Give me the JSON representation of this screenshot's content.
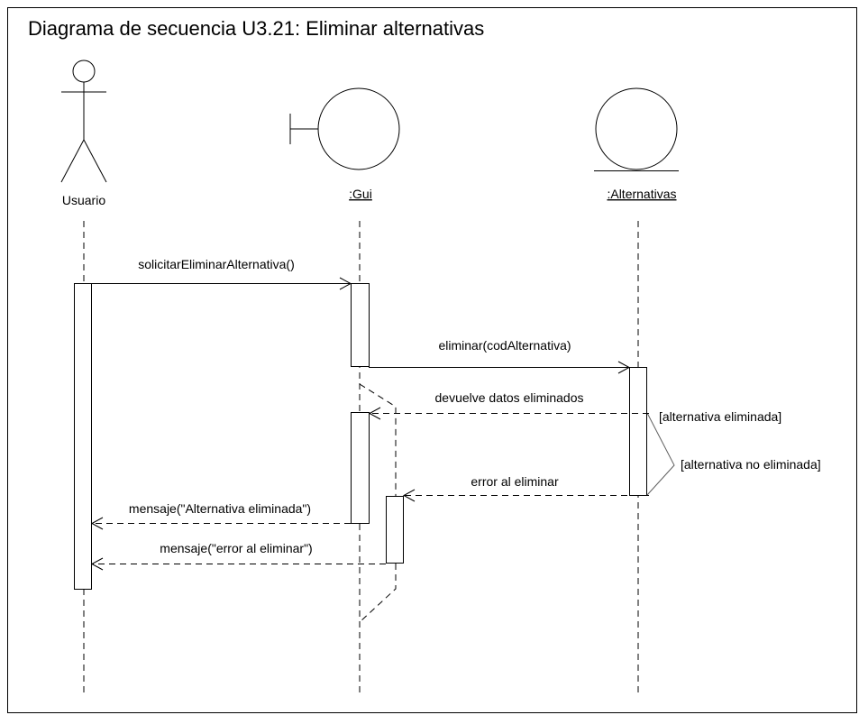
{
  "title": "Diagrama de secuencia U3.21: Eliminar alternativas",
  "participants": {
    "actor": {
      "name": "Usuario",
      "kind": "actor"
    },
    "gui": {
      "name": ":Gui",
      "kind": "boundary"
    },
    "entity": {
      "name": ":Alternativas",
      "kind": "entity"
    }
  },
  "messages": {
    "m1": {
      "label": "solicitarEliminarAlternativa()",
      "from": "Usuario",
      "to": ":Gui",
      "style": "synchronous"
    },
    "m2": {
      "label": "eliminar(codAlternativa)",
      "from": ":Gui",
      "to": ":Alternativas",
      "style": "synchronous"
    },
    "m3": {
      "label": "devuelve datos eliminados",
      "from": ":Alternativas",
      "to": ":Gui",
      "style": "return"
    },
    "m4": {
      "label": "error al eliminar",
      "from": ":Alternativas",
      "to": ":Gui",
      "style": "return"
    },
    "m5": {
      "label": "mensaje(\"Alternativa eliminada\")",
      "from": ":Gui",
      "to": "Usuario",
      "style": "return"
    },
    "m6": {
      "label": "mensaje(\"error al eliminar\")",
      "from": ":Gui",
      "to": "Usuario",
      "style": "return"
    }
  },
  "guards": {
    "g1": "[alternativa eliminada]",
    "g2": "[alternativa no eliminada]"
  }
}
